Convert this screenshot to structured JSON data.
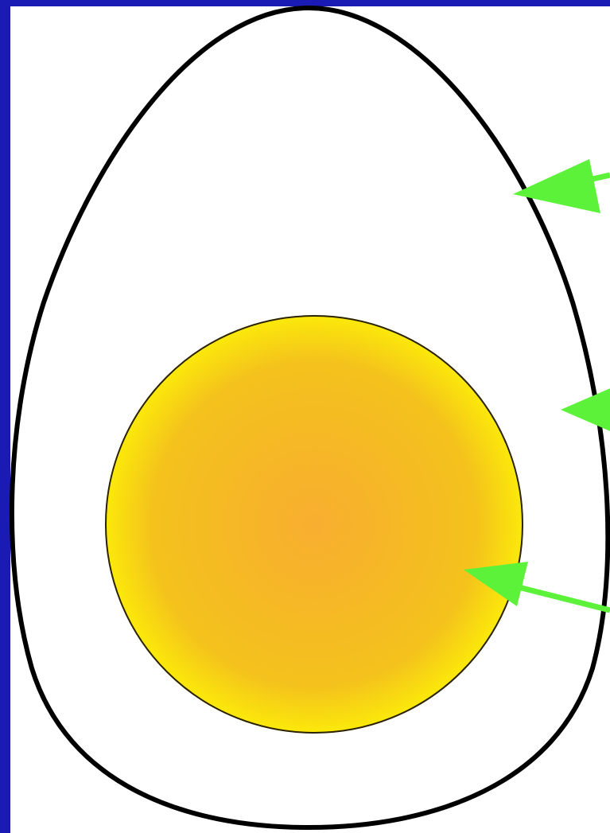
{
  "colors": {
    "slide_background": "#1a1ab5",
    "shell_outline": "#000000",
    "egg_white": "#ffffff",
    "yolk_center": "#f8ae30",
    "yolk_mid": "#f4c21c",
    "yolk_edge": "#fbe90a",
    "yolk_outline": "#2a2200",
    "pointer_arrow": "#5cf23a"
  },
  "diagram": {
    "parts": [
      {
        "id": "shell",
        "icon": "egg-shell-outline"
      },
      {
        "id": "egg-white",
        "icon": "egg-white-region"
      },
      {
        "id": "yolk",
        "icon": "egg-yolk-circle"
      }
    ],
    "pointers": [
      {
        "target": "shell",
        "icon": "arrow-left-icon"
      },
      {
        "target": "egg-white",
        "icon": "arrow-left-icon"
      },
      {
        "target": "yolk",
        "icon": "arrow-left-icon"
      }
    ]
  }
}
